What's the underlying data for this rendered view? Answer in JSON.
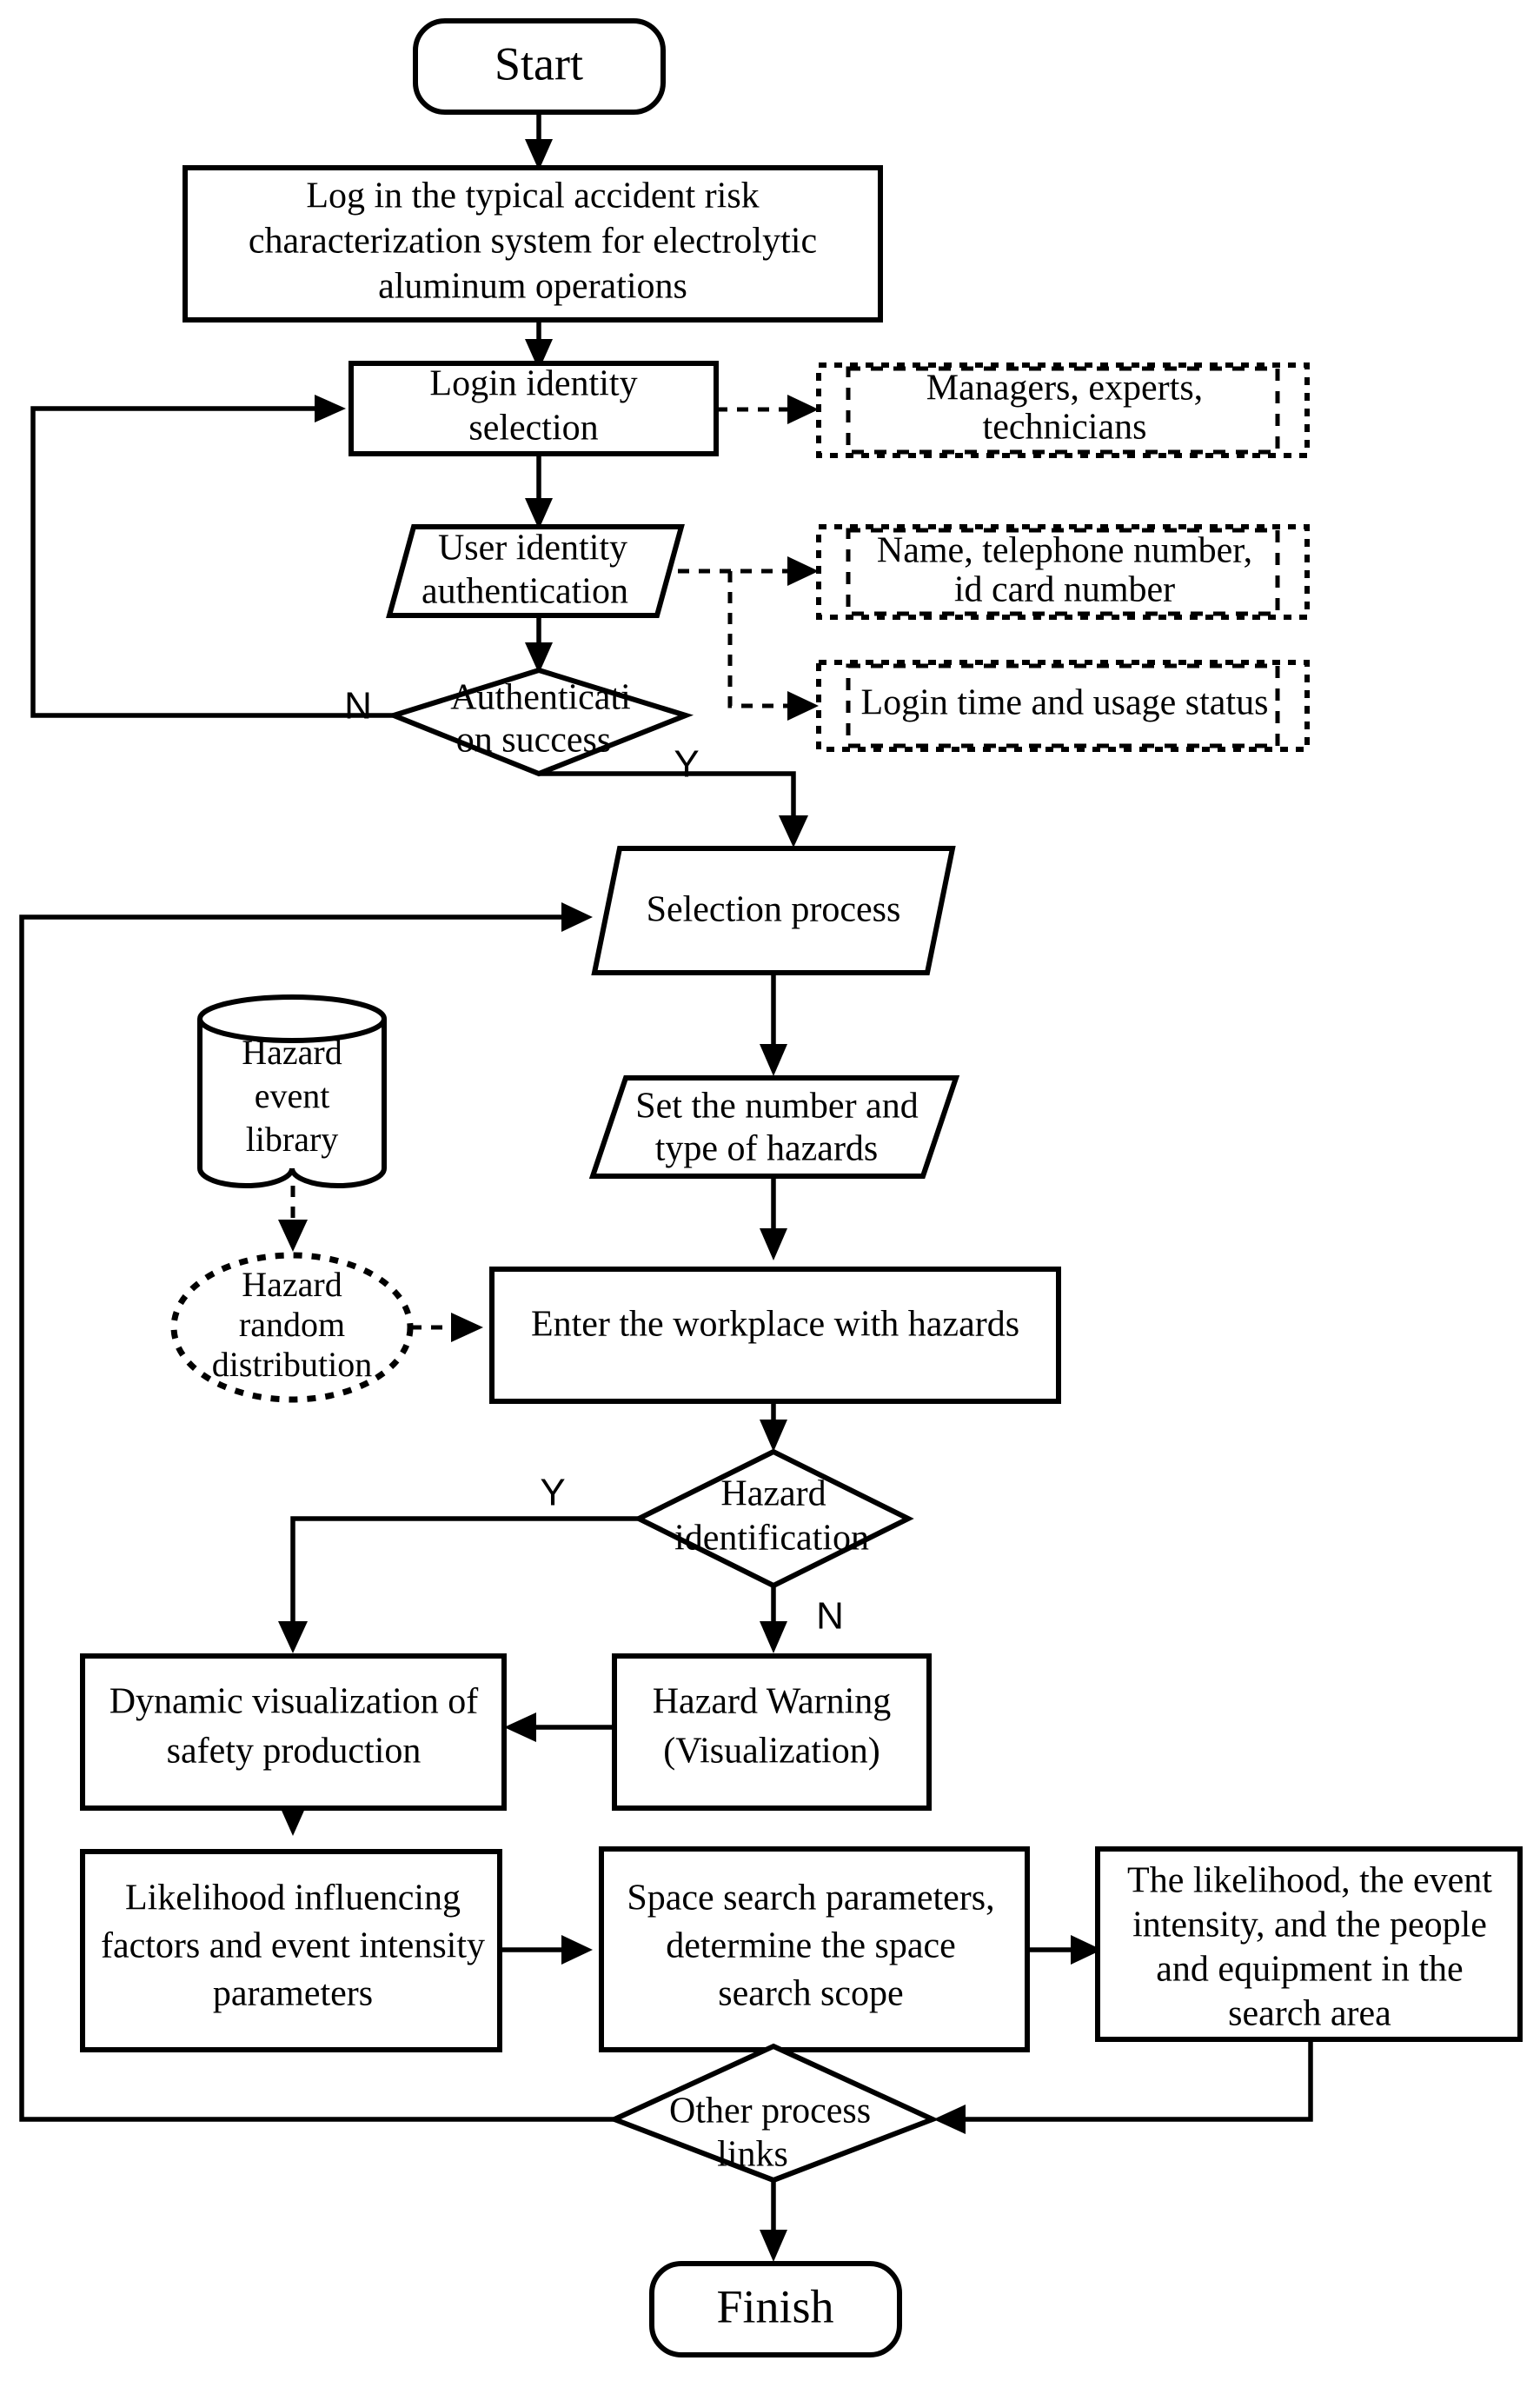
{
  "diagram": {
    "title": "Typical accident risk characterization system flowchart",
    "nodes": {
      "start": {
        "label": "Start",
        "shape": "terminator"
      },
      "login_system": {
        "line1": "Log in the typical accident risk",
        "line2": "characterization system for electrolytic",
        "line3": "aluminum operations",
        "shape": "process"
      },
      "identity_selection": {
        "line1": "Login identity",
        "line2": "selection",
        "shape": "process"
      },
      "identity_auth": {
        "line1": "User identity",
        "line2": "authentication",
        "shape": "data"
      },
      "auth_success": {
        "line1": "Authenticati",
        "line2": "on success",
        "shape": "decision"
      },
      "selection_process": {
        "line1": "Selection process",
        "shape": "data"
      },
      "set_hazards": {
        "line1": "Set the number and",
        "line2": "type of hazards",
        "shape": "data"
      },
      "hazard_library": {
        "line1": "Hazard",
        "line2": "event",
        "line3": "library",
        "shape": "database"
      },
      "hazard_random": {
        "line1": "Hazard",
        "line2": "random",
        "line3": "distribution",
        "shape": "ellipse-dotted"
      },
      "enter_workplace": {
        "line1": "Enter the workplace with hazards",
        "shape": "process"
      },
      "hazard_identification": {
        "line1": "Hazard",
        "line2": "identification",
        "shape": "decision"
      },
      "hazard_warning": {
        "line1": "Hazard Warning",
        "line2": "(Visualization)",
        "shape": "process"
      },
      "dynamic_vis": {
        "line1": "Dynamic visualization of",
        "line2": "safety production",
        "shape": "process"
      },
      "likelihood_factors": {
        "line1": "Likelihood influencing",
        "line2": "factors and event intensity",
        "line3": "parameters",
        "shape": "process"
      },
      "space_search": {
        "line1": "Space search parameters,",
        "line2": "determine the space",
        "line3": "search scope",
        "shape": "process"
      },
      "likelihood_people": {
        "line1": "The likelihood, the event",
        "line2": "intensity, and the people",
        "line3": "and equipment in the",
        "line4": "search area",
        "shape": "process"
      },
      "other_process": {
        "line1": "Other process",
        "line2": "links",
        "shape": "decision"
      },
      "finish": {
        "label": "Finish",
        "shape": "terminator"
      }
    },
    "annotations": {
      "roles": {
        "line1": "Managers, experts,",
        "line2": "technicians",
        "shape": "dashed-note"
      },
      "credentials": {
        "line1": "Name, telephone number,",
        "line2": "id card number",
        "shape": "dashed-note"
      },
      "login_status": {
        "line1": "Login time and usage status",
        "shape": "dashed-note"
      }
    },
    "branch_labels": {
      "auth_no": "N",
      "auth_yes": "Y",
      "hazard_yes": "Y",
      "hazard_no": "N"
    },
    "colors": {
      "stroke": "#000000",
      "fill": "#ffffff",
      "text": "#000000"
    }
  }
}
